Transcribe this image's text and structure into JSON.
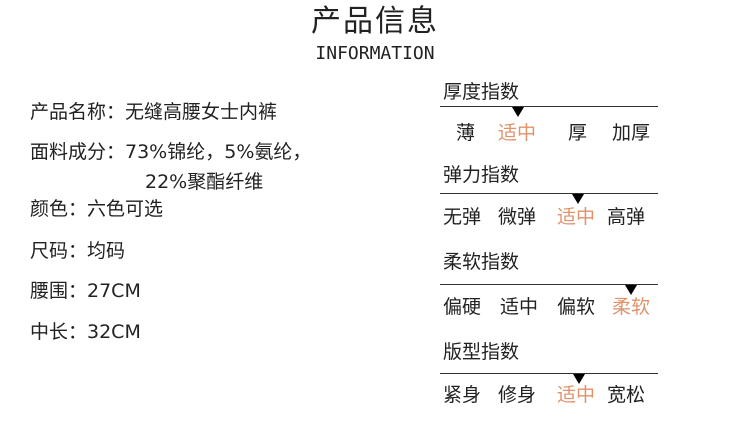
{
  "header": {
    "title": "产品信息",
    "subtitle": "INFORMATION"
  },
  "info": {
    "name": "产品名称：无缝高腰女士内裤",
    "material_line1": "面料成分：73%锦纶，5%氨纶，",
    "material_line2": "22%聚酯纤维",
    "color": "颜色：六色可选",
    "size": "尺码：均码",
    "waist": "腰围：27CM",
    "length": "中长：32CM"
  },
  "indices": [
    {
      "label": "厚度指数",
      "options": [
        "薄",
        "适中",
        "厚",
        "加厚"
      ],
      "selected": 1
    },
    {
      "label": "弹力指数",
      "options": [
        "无弹",
        "微弹",
        "适中",
        "高弹"
      ],
      "selected": 2
    },
    {
      "label": "柔软指数",
      "options": [
        "偏硬",
        "适中",
        "偏软",
        "柔软"
      ],
      "selected": 3
    },
    {
      "label": "版型指数",
      "options": [
        "紧身",
        "修身",
        "适中",
        "宽松"
      ],
      "selected": 2
    }
  ],
  "colors": {
    "accent": "#e0926a",
    "text": "#222222"
  }
}
